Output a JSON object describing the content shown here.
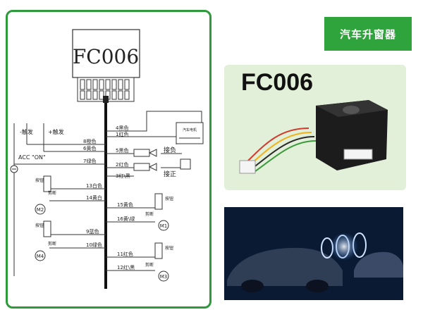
{
  "header": {
    "badge": "汽车升窗器"
  },
  "product": {
    "title": "FC006"
  },
  "diagram": {
    "module_label": "FC006",
    "trigger_neg": "-触发",
    "trigger_pos": "+触发",
    "acc_on": "ACC \"ON\"",
    "lock_motor": "汽车电机",
    "press_neg": "接负",
    "press_pos": "接正",
    "wires": {
      "w4": "4黑色",
      "w1": "1红色",
      "w8": "8橙色",
      "w6": "6黄色",
      "w5": "5黑色",
      "w7": "7绿色",
      "w2": "2红色",
      "w3": "3红\\黑",
      "w13": "13白色",
      "w14": "14黄白",
      "w15": "15黄色",
      "w16": "16黄\\绿",
      "w9": "9蓝色",
      "w10": "10绿色",
      "w11": "11红色",
      "w12": "12红\\黑"
    },
    "button": "按钮",
    "cut": "剪断",
    "motors": {
      "m1": "M1",
      "m2": "M2",
      "m3": "M3",
      "m4": "M4"
    }
  },
  "colors": {
    "frame": "#2f9a3c",
    "badge": "#2fa43c",
    "panel": "#e2efd9"
  }
}
